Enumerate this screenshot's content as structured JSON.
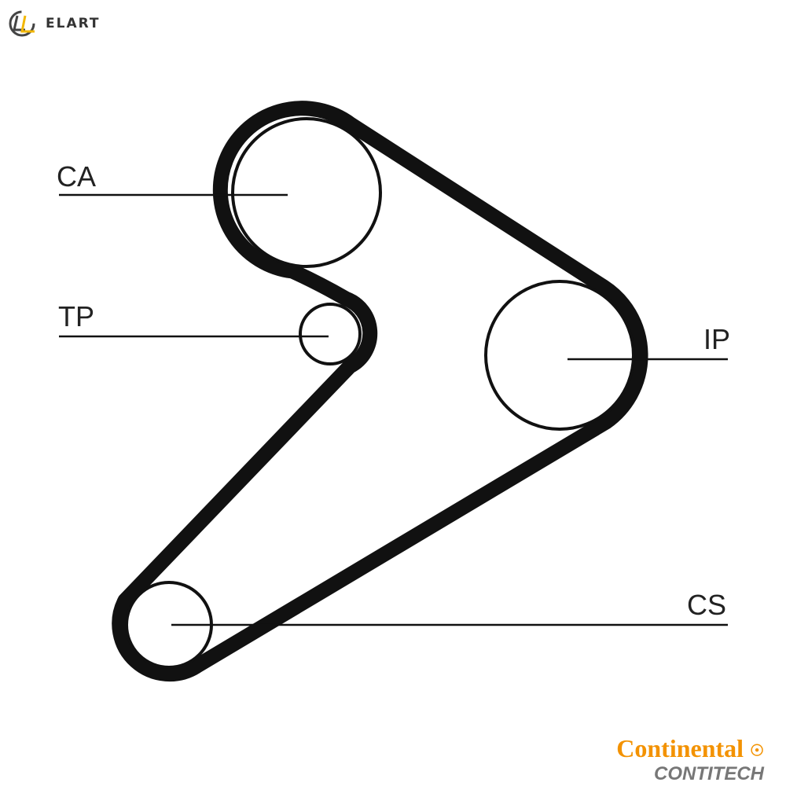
{
  "brand": {
    "elart": "ELART",
    "continental": "Continental",
    "contitech": "CONTITECH"
  },
  "labels": {
    "ca": "CA",
    "tp": "TP",
    "ip": "IP",
    "cs": "CS"
  },
  "colors": {
    "belt": "#111111",
    "continental": "#f39200",
    "contitech": "#777777",
    "elart_accent": "#f2b705"
  }
}
